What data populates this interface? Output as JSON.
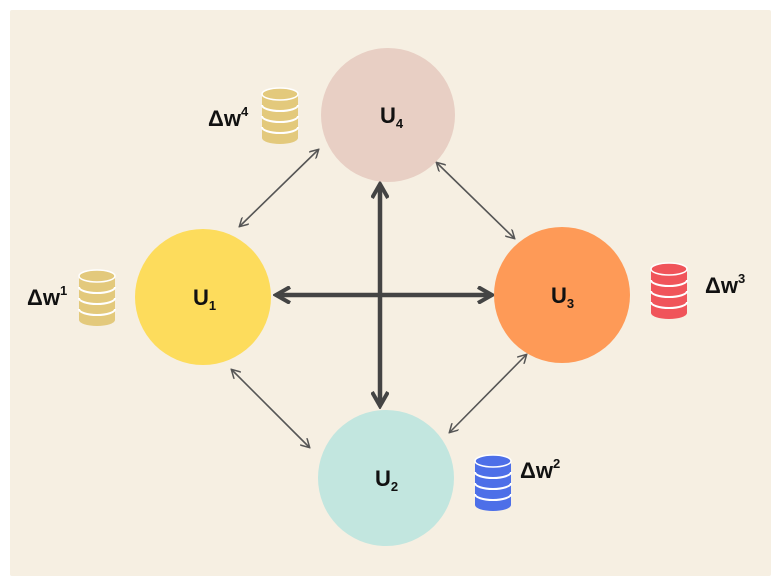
{
  "colors": {
    "background": "#f6efe2",
    "u1": "#fddc5c",
    "u2": "#c2e6df",
    "u3": "#fe9a57",
    "u4": "#e8cfc4",
    "arrow_thin": "#555555",
    "arrow_thick": "#444444",
    "db_gold": "#e3c97c",
    "db_blue": "#4d6fe8",
    "db_red": "#f0545a"
  },
  "nodes": {
    "u1": {
      "base": "U",
      "sub": "1"
    },
    "u2": {
      "base": "U",
      "sub": "2"
    },
    "u3": {
      "base": "U",
      "sub": "3"
    },
    "u4": {
      "base": "U",
      "sub": "4"
    }
  },
  "updates": {
    "w1": {
      "base": "Δw",
      "sup": "1",
      "icon": "database-icon"
    },
    "w2": {
      "base": "Δw",
      "sup": "2",
      "icon": "database-icon"
    },
    "w3": {
      "base": "Δw",
      "sup": "3",
      "icon": "database-icon"
    },
    "w4": {
      "base": "Δw",
      "sup": "4",
      "icon": "database-icon"
    }
  }
}
